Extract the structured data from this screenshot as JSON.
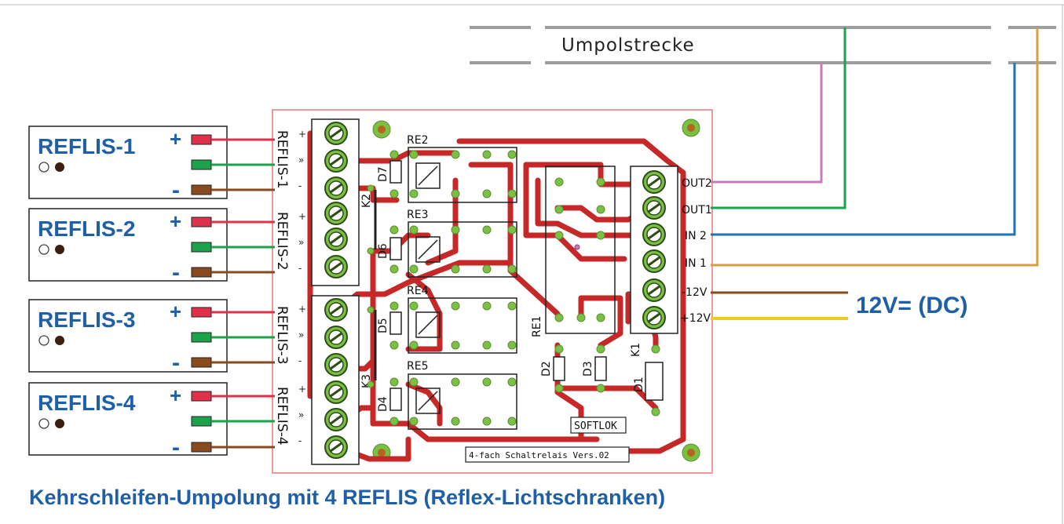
{
  "track": {
    "label": "Umpolstrecke"
  },
  "sensors": [
    {
      "name": "REFLIS-1",
      "connector_label": "REFLIS-1"
    },
    {
      "name": "REFLIS-2",
      "connector_label": "REFLIS-2"
    },
    {
      "name": "REFLIS-3",
      "connector_label": "REFLIS-3"
    },
    {
      "name": "REFLIS-4",
      "connector_label": "REFLIS-4"
    }
  ],
  "sensor_pins": {
    "plus": "+",
    "minus": "-",
    "arrow": "»"
  },
  "wire_colors": {
    "plus": "#e0304a",
    "signal": "#1aa34a",
    "minus": "#8b4a1e",
    "out2": "#c879b8",
    "out1": "#1aa34a",
    "in2": "#1f73b7",
    "in1": "#d4a040",
    "minus12v": "#8b4a1e",
    "plus12v": "#f0cc1a",
    "trace": "#c62828",
    "pad": "#7bc043",
    "board_outline": "#ef9a9a",
    "label_blue": "#1f5fa8"
  },
  "board": {
    "relays": [
      "RE2",
      "RE3",
      "RE4",
      "RE5",
      "RE1"
    ],
    "diodes": [
      "D7",
      "D6",
      "D5",
      "D4",
      "D2",
      "D3",
      "D1"
    ],
    "connectors": [
      "K2",
      "K3",
      "K1"
    ],
    "maker": "SOFTLOK",
    "version": "4-fach Schaltrelais Vers.02"
  },
  "terminals_right": [
    "OUT2",
    "OUT1",
    "IN 2",
    "IN 1",
    "-12V",
    "+12V"
  ],
  "power_label": "12V= (DC)",
  "caption": "Kehrschleifen-Umpolung mit 4 REFLIS (Reflex-Lichtschranken)"
}
